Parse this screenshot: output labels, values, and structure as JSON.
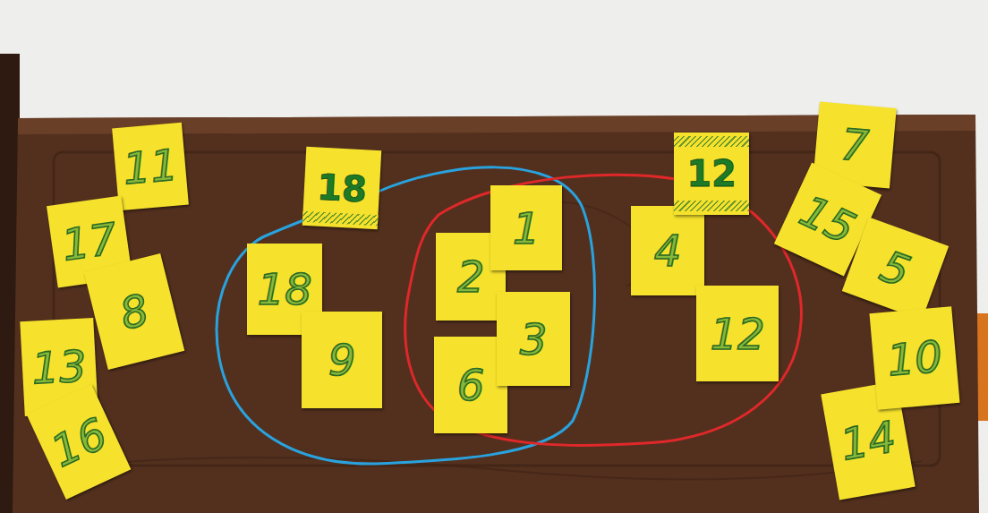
{
  "diagram": {
    "nodes": [
      {
        "text": [
          "11"
        ]
      },
      {
        "text": [
          "7"
        ]
      },
      {
        "text": [
          "18"
        ]
      },
      {
        "text": [
          "12"
        ]
      },
      {
        "text": [
          "15"
        ]
      },
      {
        "text": [
          "1"
        ]
      },
      {
        "text": [
          "17"
        ]
      },
      {
        "text": [
          "4"
        ]
      },
      {
        "text": [
          "5"
        ]
      },
      {
        "text": [
          "2"
        ]
      },
      {
        "text": [
          "18"
        ]
      },
      {
        "text": [
          "8"
        ]
      },
      {
        "text": [
          "12"
        ]
      },
      {
        "text": [
          "3"
        ]
      },
      {
        "text": [
          "10"
        ]
      },
      {
        "text": [
          "9"
        ]
      },
      {
        "text": [
          "13"
        ]
      },
      {
        "text": [
          "6"
        ]
      },
      {
        "text": [
          "16"
        ]
      },
      {
        "text": [
          "14"
        ]
      }
    ]
  }
}
